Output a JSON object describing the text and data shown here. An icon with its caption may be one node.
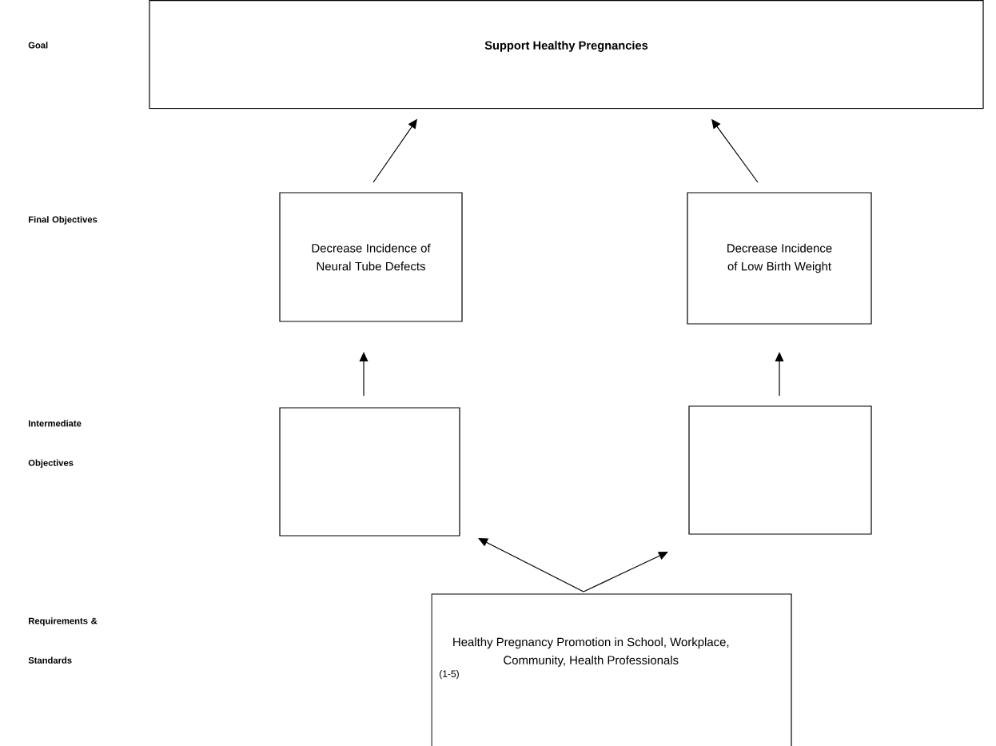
{
  "diagram": {
    "nodes": [
      {
        "text": [
          "Support Healthy Pregnancies"
        ]
      },
      {
        "text": [
          "Decrease Incidence of Neural Tube Defects"
        ]
      },
      {
        "text": [
          "Decrease Incidence of Low Birth Weight"
        ]
      },
      {
        "text": [],
        "shape": "box"
      },
      {
        "text": [],
        "shape": "box"
      },
      {
        "text": [
          "Healthy Pregnancy Promotion in School, Workplace, Community, Health Professionals",
          "(1-5)"
        ]
      }
    ],
    "edges": [
      {
        "from": 1,
        "to": 0,
        "arrow": "to"
      },
      {
        "from": 2,
        "to": 0,
        "arrow": "to"
      },
      {
        "from": 3,
        "to": 1,
        "arrow": "to"
      },
      {
        "from": 4,
        "to": 2,
        "arrow": "to"
      },
      {
        "from": 5,
        "to": 3,
        "arrow": "to"
      },
      {
        "from": 5,
        "to": 4,
        "arrow": "to"
      }
    ],
    "labels": [
      "Goal",
      "Final Objectives",
      "Intermediate Objectives",
      "Requirements & Standards"
    ]
  }
}
